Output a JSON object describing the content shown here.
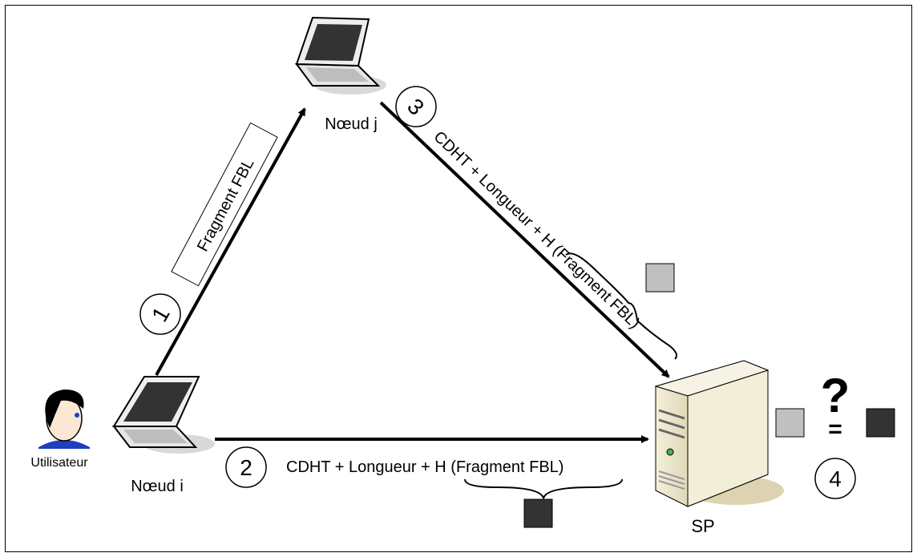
{
  "nodes": {
    "node_i": "Nœud i",
    "node_j": "Nœud j",
    "sp": "SP",
    "user": "Utilisateur"
  },
  "steps": [
    "1",
    "2",
    "3",
    "4"
  ],
  "edges": {
    "i_to_j": "Fragment FBL",
    "i_to_sp_prefix": "CDHT + Longueur + ",
    "i_to_sp_hash": "H (Fragment FBL)",
    "j_to_sp_prefix": "CDHT + Longueur + ",
    "j_to_sp_hash": "H (Fragment FBL)"
  },
  "comparison": {
    "question": "?",
    "equals": "="
  },
  "colors": {
    "light_square": "#c0c0c0",
    "dark_square": "#333333"
  }
}
